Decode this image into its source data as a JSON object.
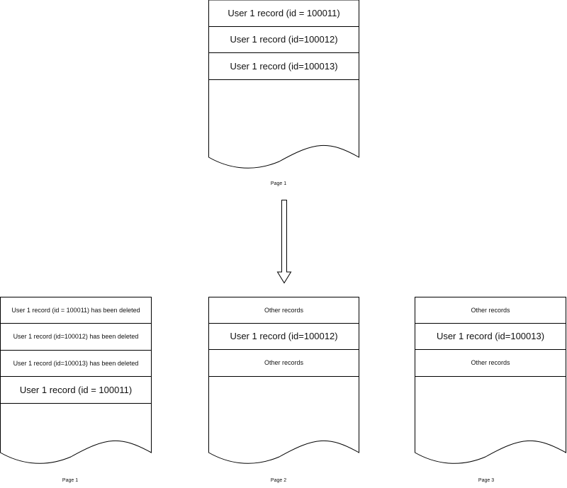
{
  "top_page": {
    "rows": [
      "User 1 record (id = 100011)",
      "User 1 record (id=100012)",
      "User 1 record (id=100013)"
    ],
    "caption": "Page 1"
  },
  "bottom_pages": [
    {
      "rows": [
        "User 1 record (id = 100011) has been deleted",
        "User 1 record (id=100012) has been deleted",
        "User 1 record (id=100013) has been deleted",
        "User 1 record (id = 100011)"
      ],
      "caption": "Page 1"
    },
    {
      "rows": [
        "Other records",
        "User 1 record (id=100012)",
        "Other records"
      ],
      "caption": "Page 2"
    },
    {
      "rows": [
        "Other records",
        "User 1 record (id=100013)",
        "Other records"
      ],
      "caption": "Page 3"
    }
  ]
}
